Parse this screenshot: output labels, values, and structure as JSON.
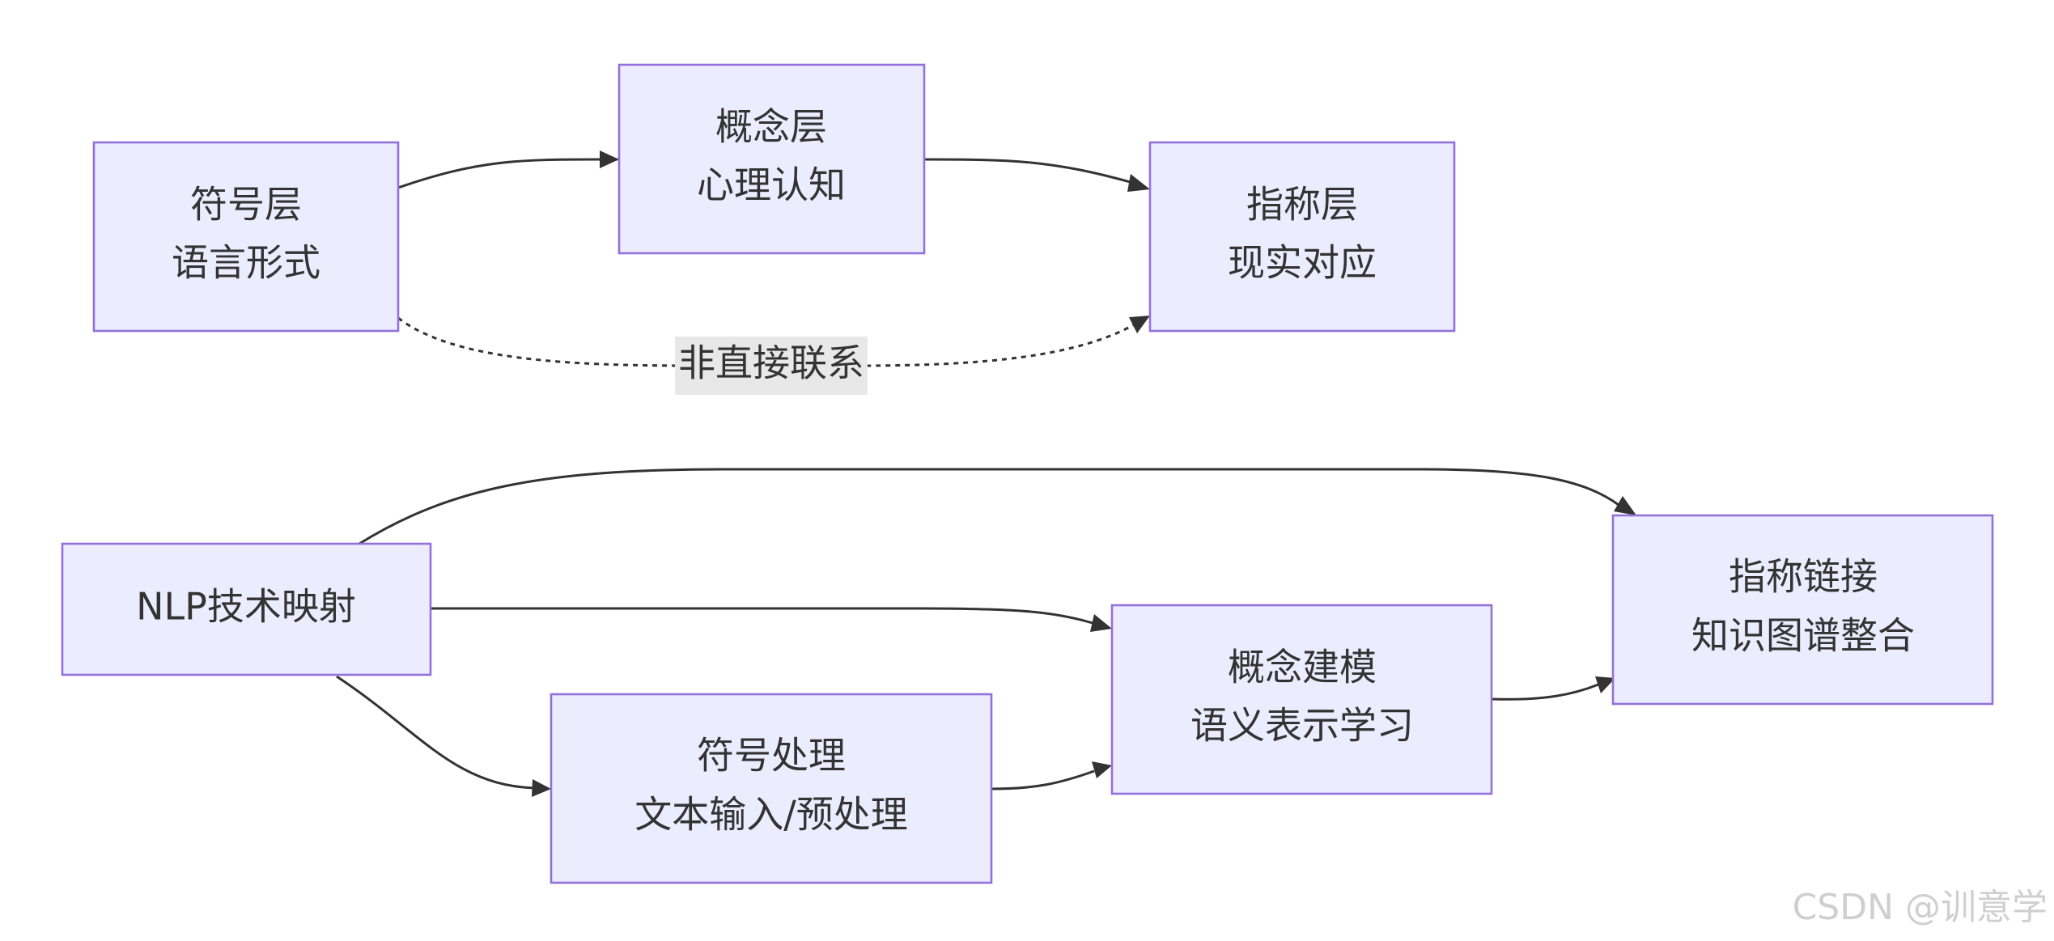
{
  "diagram1": {
    "nodes": {
      "symbol": {
        "line1": "符号层",
        "line2": "语言形式"
      },
      "concept": {
        "line1": "概念层",
        "line2": "心理认知"
      },
      "referent": {
        "line1": "指称层",
        "line2": "现实对应"
      }
    },
    "edges": {
      "indirect_label": "非直接联系"
    }
  },
  "diagram2": {
    "nodes": {
      "nlp": {
        "line1": "NLP技术映射"
      },
      "symbol_processing": {
        "line1": "符号处理",
        "line2": "文本输入/预处理"
      },
      "concept_modeling": {
        "line1": "概念建模",
        "line2": "语义表示学习"
      },
      "reference_linking": {
        "line1": "指称链接",
        "line2": "知识图谱整合"
      }
    }
  },
  "colors": {
    "node_fill": "#ECECFF",
    "node_stroke": "#9370DB",
    "edge": "#333333",
    "label_bg": "#E8E8E8",
    "watermark": "#CFCFCF"
  },
  "watermark": "CSDN @训意学"
}
